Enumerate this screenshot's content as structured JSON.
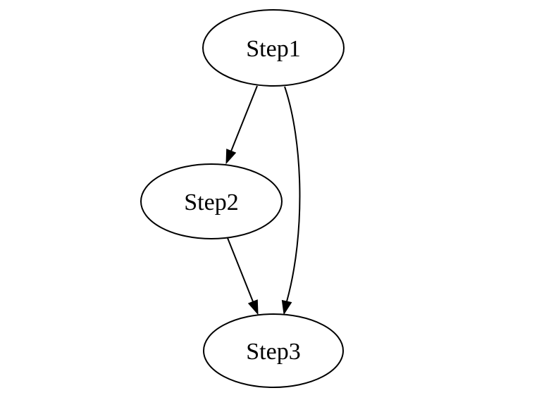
{
  "diagram": {
    "type": "directed-graph",
    "background_color": "#ffffff",
    "stroke_color": "#000000",
    "text_color": "#000000",
    "node_fill_color": "#ffffff",
    "nodes": [
      {
        "id": "step1",
        "label": "Step1"
      },
      {
        "id": "step2",
        "label": "Step2"
      },
      {
        "id": "step3",
        "label": "Step3"
      }
    ],
    "edges": [
      {
        "from": "Step1",
        "to": "Step2"
      },
      {
        "from": "Step1",
        "to": "Step3"
      },
      {
        "from": "Step2",
        "to": "Step3"
      }
    ]
  }
}
